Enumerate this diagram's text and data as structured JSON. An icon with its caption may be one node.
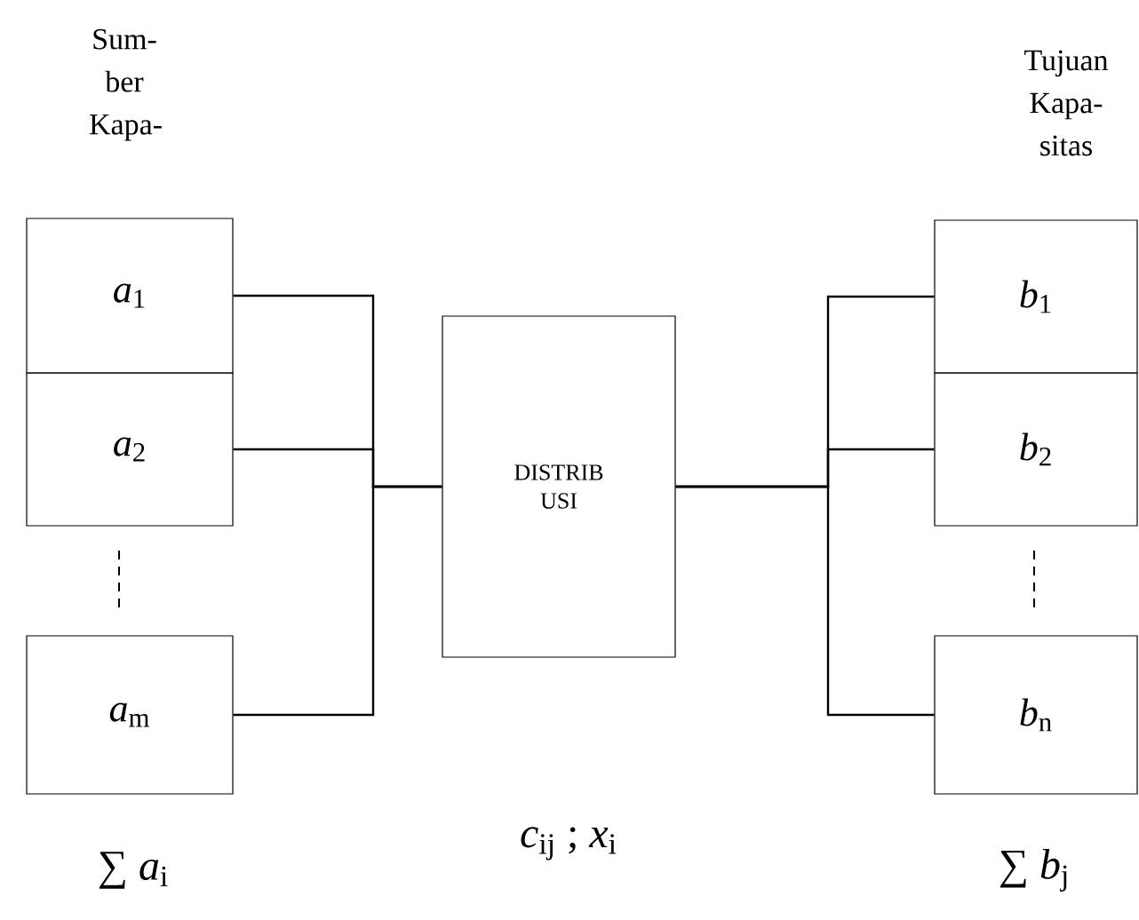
{
  "diagram": {
    "nodes": [
      {
        "text": [
          "*a*$_{1}$"
        ]
      },
      {
        "text": [
          "*a*$_{2}$"
        ]
      },
      {
        "text": [
          "*a*$_{m}$"
        ]
      },
      {
        "text": [
          "DISTRIB USI"
        ]
      },
      {
        "text": [
          "*b*$_{1}$"
        ]
      },
      {
        "text": [
          "*b*$_{2}$"
        ]
      },
      {
        "text": [
          "*b*$_{n}$"
        ]
      }
    ],
    "edges": [
      {
        "from": 0,
        "to": 3,
        "arrow": "none"
      },
      {
        "from": 1,
        "to": 3,
        "arrow": "none"
      },
      {
        "from": 2,
        "to": 3,
        "arrow": "none"
      },
      {
        "from": 3,
        "to": 4,
        "arrow": "none"
      },
      {
        "from": 3,
        "to": 5,
        "arrow": "none"
      },
      {
        "from": 3,
        "to": 6,
        "arrow": "none"
      }
    ],
    "labels": [
      "Sum- ber Kapa-",
      "Tujuan Kapa- sitas",
      "∑ *a*$_{i}$",
      "*c*$_{ij}$ ; *x*$_{i}$",
      "∑ *b*$_{j}$"
    ]
  }
}
